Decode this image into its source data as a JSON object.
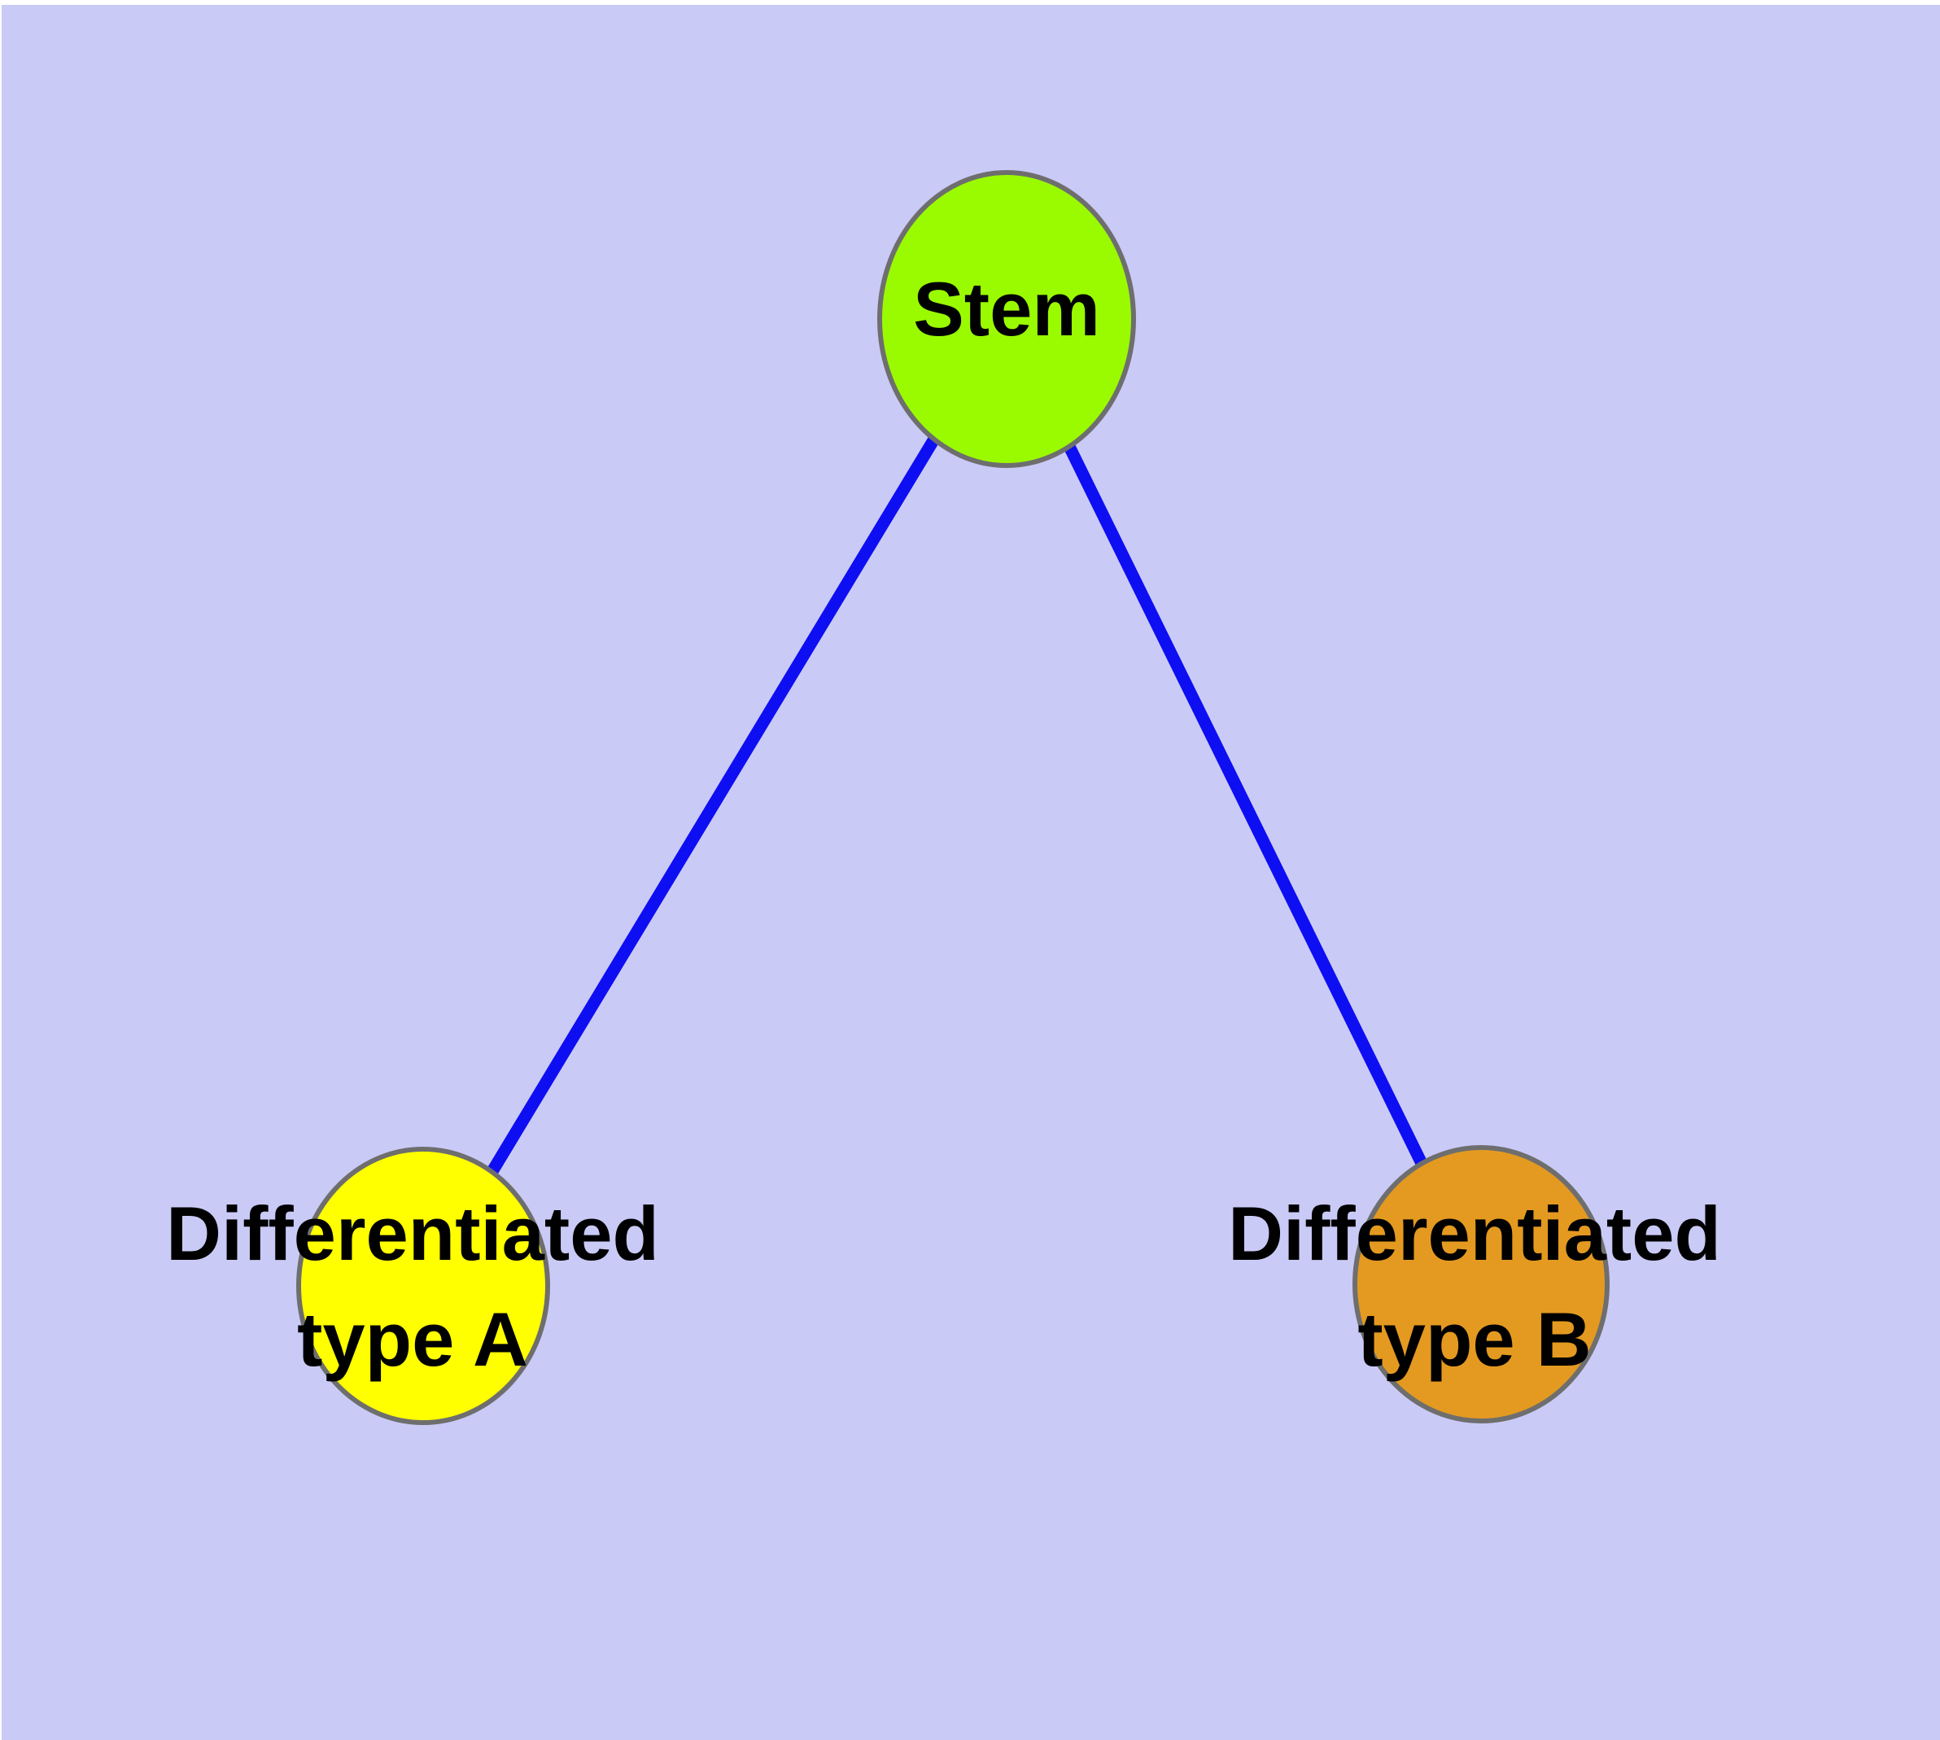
{
  "graph": {
    "kind": "node-link-diagram",
    "nodes": {
      "stem": {
        "id": "stem",
        "label": "Stem",
        "fill": "#9AFB00",
        "shape": "ellipse"
      },
      "type_a": {
        "id": "type_a",
        "label": "Differentiated type A",
        "label_line1": "Differentiated",
        "label_line2": "type A",
        "fill": "#FFFF00",
        "shape": "ellipse"
      },
      "type_b": {
        "id": "type_b",
        "label": "Differentiated type B",
        "label_line1": "Differentiated",
        "label_line2": "type B",
        "fill": "#E49A20",
        "shape": "ellipse"
      }
    },
    "edges": [
      {
        "from": "stem",
        "to": "type_a",
        "color": "#0E0EF2"
      },
      {
        "from": "stem",
        "to": "type_b",
        "color": "#0E0EF2"
      }
    ]
  },
  "colors": {
    "background": "#CACAF7",
    "page_margin": "#FFFFFF",
    "edge": "#0E0EF2",
    "node_border": "#6E6E6E",
    "node_stem_fill": "#9AFB00",
    "node_type_a_fill": "#FFFF00",
    "node_type_b_fill": "#E49A20",
    "label_text": "#000000"
  }
}
